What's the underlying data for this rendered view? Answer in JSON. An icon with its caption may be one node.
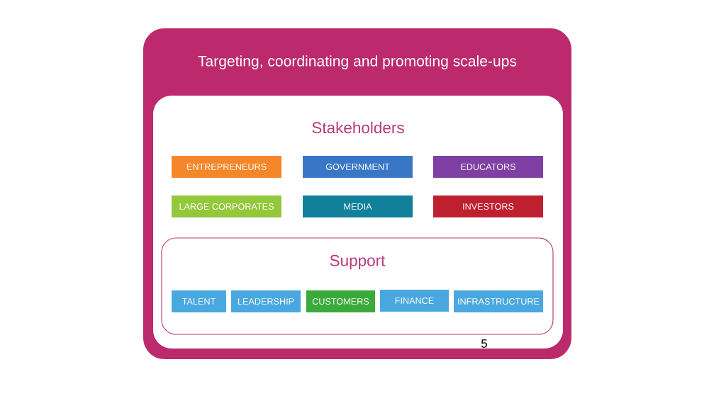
{
  "diagram": {
    "nodes": [
      {
        "text": [
          "Targeting, coordinating and promoting scale-ups"
        ]
      },
      {
        "text": [
          "Stakeholders"
        ],
        "in": 0
      },
      {
        "text": [
          "ENTREPRENEURS"
        ],
        "in": 1
      },
      {
        "text": [
          "GOVERNMENT"
        ],
        "in": 1
      },
      {
        "text": [
          "EDUCATORS"
        ],
        "in": 1
      },
      {
        "text": [
          "LARGE CORPORATES"
        ],
        "in": 1
      },
      {
        "text": [
          "MEDIA"
        ],
        "in": 1
      },
      {
        "text": [
          "INVESTORS"
        ],
        "in": 1
      },
      {
        "text": [
          "Support"
        ],
        "in": 1
      },
      {
        "text": [
          "TALENT"
        ],
        "in": 8
      },
      {
        "text": [
          "LEADERSHIP"
        ],
        "in": 8
      },
      {
        "text": [
          "CUSTOMERS"
        ],
        "in": 8
      },
      {
        "text": [
          "FINANCE"
        ],
        "in": 8
      },
      {
        "text": [
          "INFRASTRUCTURE"
        ],
        "in": 8
      }
    ],
    "labels": [
      "5"
    ]
  }
}
